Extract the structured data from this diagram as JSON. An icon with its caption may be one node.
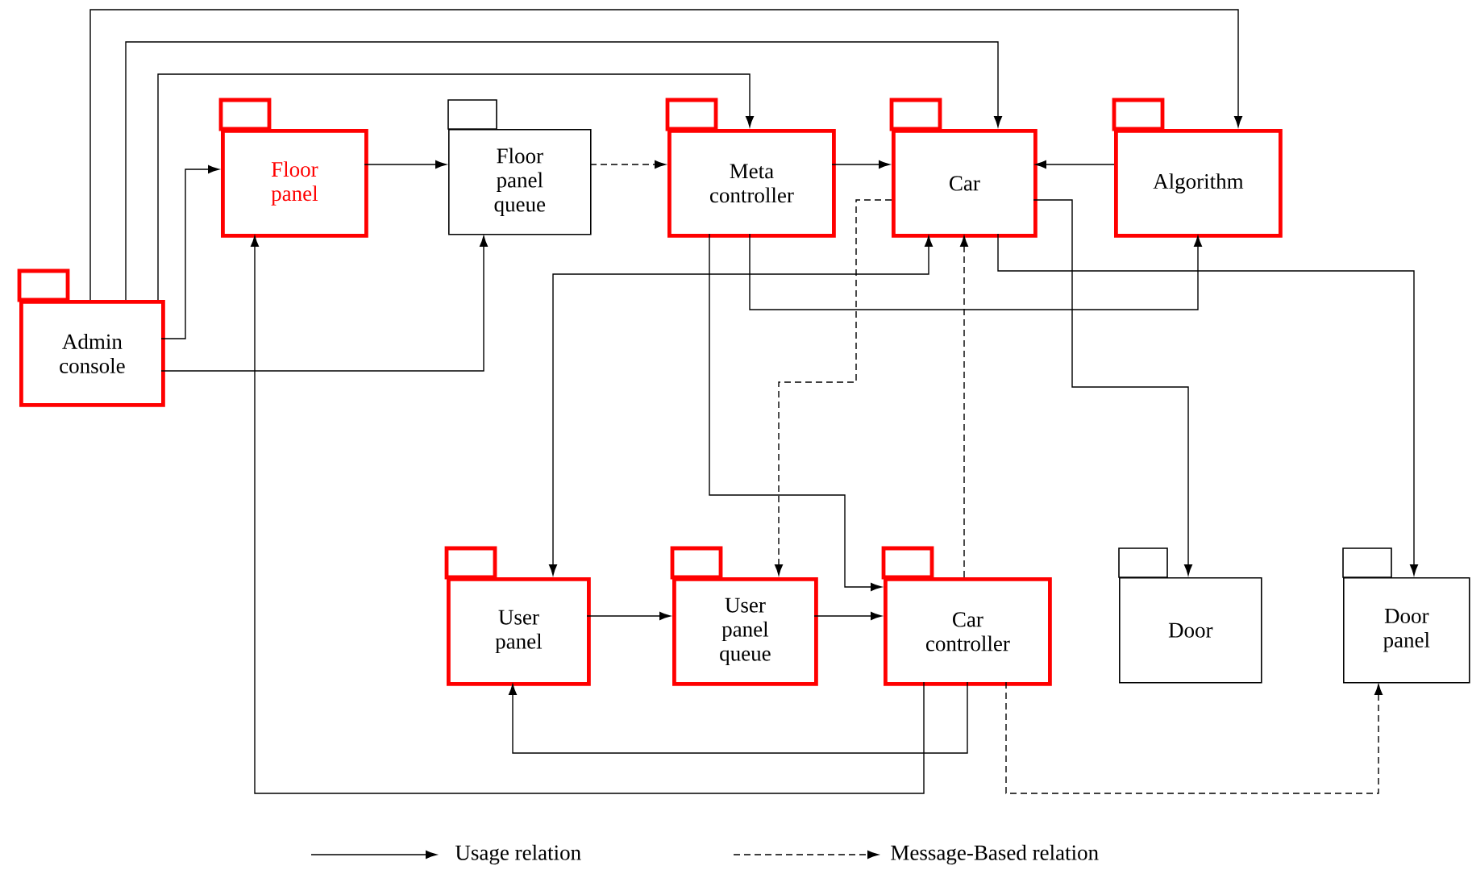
{
  "diagram": {
    "nodes": [
      {
        "text": [
          "Admin console"
        ]
      },
      {
        "text": [
          "Floor panel"
        ]
      },
      {
        "text": [
          "Floor panel queue"
        ]
      },
      {
        "text": [
          "Meta controller"
        ]
      },
      {
        "text": [
          "Car"
        ]
      },
      {
        "text": [
          "Algorithm"
        ]
      },
      {
        "text": [
          "User panel"
        ]
      },
      {
        "text": [
          "User panel queue"
        ]
      },
      {
        "text": [
          "Car controller"
        ]
      },
      {
        "text": [
          "Door"
        ]
      },
      {
        "text": [
          "Door panel"
        ]
      }
    ],
    "edges": [
      {
        "from": 0,
        "to": 1,
        "arrow": "to"
      },
      {
        "from": 0,
        "to": 2,
        "arrow": "to"
      },
      {
        "from": 0,
        "to": 3,
        "arrow": "to"
      },
      {
        "from": 0,
        "to": 4,
        "arrow": "to"
      },
      {
        "from": 0,
        "to": 5,
        "arrow": "to"
      },
      {
        "from": 1,
        "to": 2,
        "arrow": "to"
      },
      {
        "from": 2,
        "to": 3,
        "arrow": "to",
        "style": "dashed"
      },
      {
        "from": 3,
        "to": 4,
        "arrow": "to"
      },
      {
        "from": 5,
        "to": 4,
        "arrow": "to"
      },
      {
        "from": 3,
        "to": 5,
        "arrow": "to"
      },
      {
        "from": 3,
        "to": 8,
        "arrow": "to"
      },
      {
        "from": 4,
        "to": 7,
        "arrow": "to",
        "style": "dashed"
      },
      {
        "from": 8,
        "to": 4,
        "arrow": "to",
        "style": "dashed"
      },
      {
        "from": 4,
        "to": 9,
        "arrow": "to"
      },
      {
        "from": 4,
        "to": 10,
        "arrow": "to"
      },
      {
        "from": 6,
        "to": 4,
        "arrow": "both"
      },
      {
        "from": 6,
        "to": 7,
        "arrow": "to"
      },
      {
        "from": 7,
        "to": 8,
        "arrow": "to"
      },
      {
        "from": 8,
        "to": 6,
        "arrow": "to"
      },
      {
        "from": 8,
        "to": 1,
        "arrow": "to"
      },
      {
        "from": 8,
        "to": 10,
        "arrow": "to",
        "style": "dashed"
      }
    ],
    "legend": [
      {
        "text": "Usage relation"
      },
      {
        "text": "Message-Based relation"
      }
    ]
  }
}
